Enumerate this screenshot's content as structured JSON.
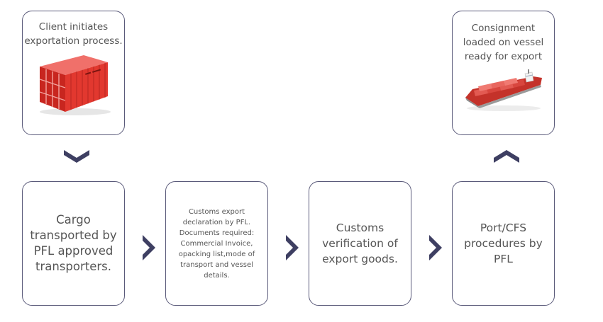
{
  "steps": {
    "client_initiates": "Client initiates\nexportation process.",
    "cargo_transport": "Cargo\ntransported by\nPFL approved\ntransporters.",
    "customs_declaration": "Customs export\ndeclaration by PFL.\nDocuments required:\nCommercial Invoice,\nopacking list,mode of\ntransport and vessel\ndetails.",
    "customs_verification": "Customs\nverification of\nexport goods.",
    "port_procedures": "Port/CFS\nprocedures by\nPFL",
    "consignment_loaded": "Consignment\nloaded on vessel\nready for export"
  },
  "icons": {
    "container": "shipping-container-icon",
    "vessel": "cargo-ship-icon"
  },
  "colors": {
    "arrow": "#3e3f62",
    "border": "#5a5a7a",
    "container": "#d9302a",
    "ship_hull": "#c4322a"
  }
}
